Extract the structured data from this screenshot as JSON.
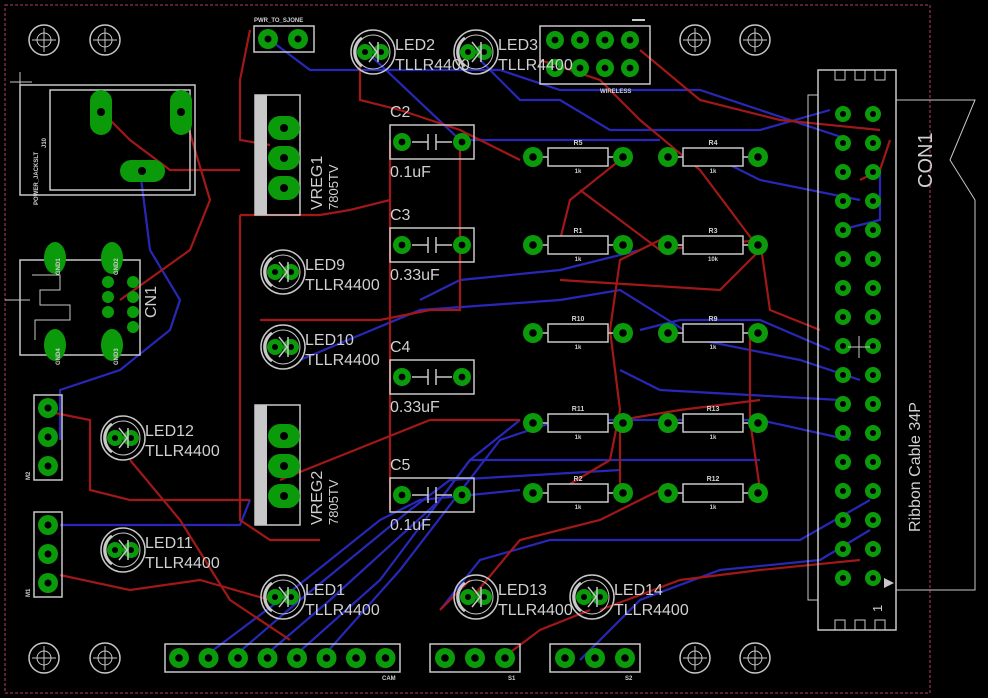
{
  "connectors": {
    "con1": {
      "name": "CON1",
      "desc": "Ribbon Cable 34P",
      "pin1": "1"
    },
    "pwr": "PWR_TO_SJONE",
    "wireless": "WIRELESS",
    "jack": {
      "name": "POWER_JACKSLT",
      "ref": "J10"
    },
    "cn1": "CN1",
    "gnd": [
      "GND1",
      "GND2",
      "GND3",
      "GND4"
    ],
    "m2": "M2",
    "m1": "M1",
    "cam": "CAM",
    "s1": "S1",
    "s2": "S2"
  },
  "vregs": [
    {
      "name": "VREG1",
      "value": "7805TV"
    },
    {
      "name": "VREG2",
      "value": "7805TV"
    }
  ],
  "caps": [
    {
      "name": "C2",
      "value": "0.1uF"
    },
    {
      "name": "C3",
      "value": "0.33uF"
    },
    {
      "name": "C4",
      "value": "0.33uF"
    },
    {
      "name": "C5",
      "value": "0.1uF"
    }
  ],
  "resistors": [
    {
      "name": "R5",
      "value": "1k"
    },
    {
      "name": "R4",
      "value": "1k"
    },
    {
      "name": "R1",
      "value": "1k"
    },
    {
      "name": "R3",
      "value": "10k"
    },
    {
      "name": "R10",
      "value": "1k"
    },
    {
      "name": "R9",
      "value": "1k"
    },
    {
      "name": "R11",
      "value": "1k"
    },
    {
      "name": "R13",
      "value": "1k"
    },
    {
      "name": "R2",
      "value": "1k"
    },
    {
      "name": "R12",
      "value": "1k"
    }
  ],
  "leds": [
    {
      "name": "LED2",
      "value": "TLLR4400"
    },
    {
      "name": "LED3",
      "value": "TLLR4400"
    },
    {
      "name": "LED9",
      "value": "TLLR4400"
    },
    {
      "name": "LED10",
      "value": "TLLR4400"
    },
    {
      "name": "LED12",
      "value": "TLLR4400"
    },
    {
      "name": "LED11",
      "value": "TLLR4400"
    },
    {
      "name": "LED1",
      "value": "TLLR4400"
    },
    {
      "name": "LED13",
      "value": "TLLR4400"
    },
    {
      "name": "LED14",
      "value": "TLLR4400"
    }
  ],
  "colors": {
    "background": "#000000",
    "pad": "#0a9a0a",
    "top_trace": "#a01818",
    "bottom_trace": "#2828b8",
    "silk": "#c8c8c8"
  }
}
